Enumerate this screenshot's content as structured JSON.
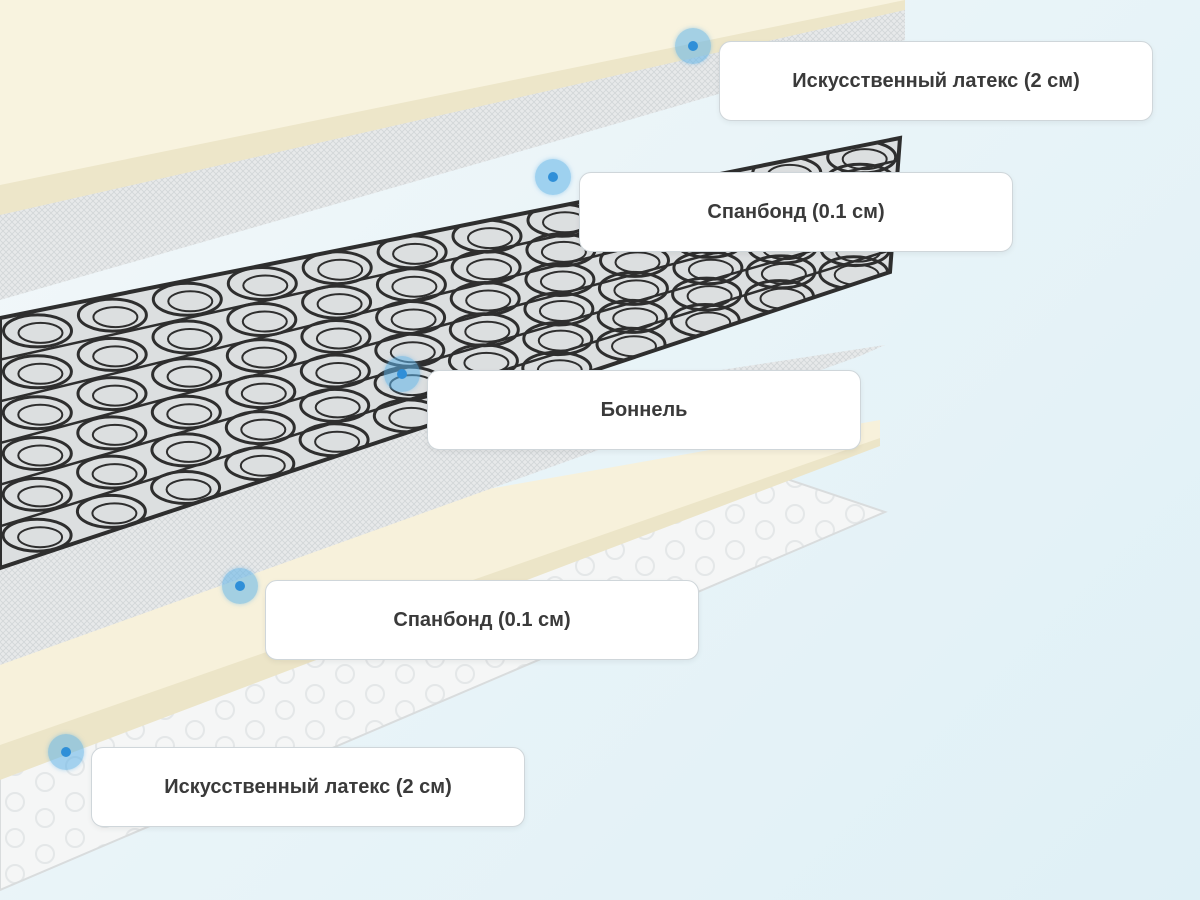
{
  "layers": [
    {
      "label": "Искусственный латекс (2 см)"
    },
    {
      "label": "Спанбонд (0.1 см)"
    },
    {
      "label": "Боннель"
    },
    {
      "label": "Спанбонд (0.1 см)"
    },
    {
      "label": "Искусственный латекс (2 см)"
    }
  ],
  "colors": {
    "background": "#e9f4f8",
    "latex": "#f7f1db",
    "spunbond": "#e4e6e8",
    "springs": "#2e2e2e",
    "bottom_quilt": "#f4f5f5",
    "hotspot": "#5fb2e8",
    "label_text": "#3a3a3a"
  }
}
